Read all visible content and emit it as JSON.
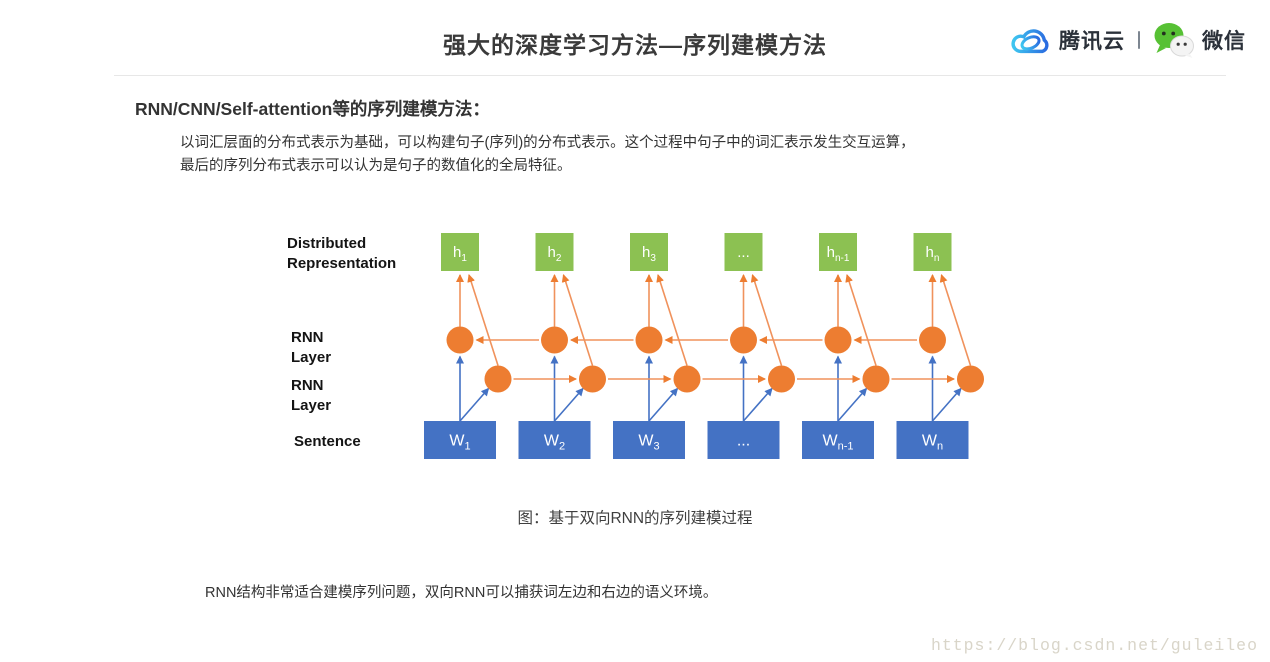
{
  "header": {
    "title": "强大的深度学习方法—序列建模方法",
    "brand": {
      "tencent_label": "腾讯云",
      "wechat_label": "微信"
    }
  },
  "content": {
    "heading": "RNN/CNN/Self-attention等的序列建模方法：",
    "paragraph_line1": "以词汇层面的分布式表示为基础，可以构建句子(序列)的分布式表示。这个过程中句子中的词汇表示发生交互运算，",
    "paragraph_line2": "最后的序列分布式表示可以认为是句子的数值化的全局特征。",
    "caption": "图：基于双向RNN的序列建模过程",
    "footnote": "RNN结构非常适合建模序列问题，双向RNN可以捕获词左边和右边的语义环境。"
  },
  "diagram": {
    "row_labels": [
      {
        "id": "distributed",
        "text": "Distributed Representation"
      },
      {
        "id": "rnn-backward",
        "text": "RNN Layer"
      },
      {
        "id": "rnn-forward",
        "text": "RNN Layer"
      },
      {
        "id": "sentence",
        "text": "Sentence"
      }
    ],
    "columns": [
      {
        "hidden": {
          "base": "h",
          "sub": "1"
        },
        "word": {
          "base": "W",
          "sub": "1"
        }
      },
      {
        "hidden": {
          "base": "h",
          "sub": "2"
        },
        "word": {
          "base": "W",
          "sub": "2"
        }
      },
      {
        "hidden": {
          "base": "h",
          "sub": "3"
        },
        "word": {
          "base": "W",
          "sub": "3"
        }
      },
      {
        "hidden": {
          "base": "...",
          "sub": ""
        },
        "word": {
          "base": "...",
          "sub": ""
        }
      },
      {
        "hidden": {
          "base": "h",
          "sub": "n-1"
        },
        "word": {
          "base": "W",
          "sub": "n-1"
        }
      },
      {
        "hidden": {
          "base": "h",
          "sub": "n"
        },
        "word": {
          "base": "W",
          "sub": "n"
        }
      }
    ],
    "colors": {
      "hidden_box": "#8CC152",
      "node": "#ED7D31",
      "edge_orange": "#F0925C",
      "word_box": "#4472C4",
      "edge_blue": "#4472C4",
      "node_text": "#FFFFFF"
    }
  },
  "watermark": "https://blog.csdn.net/guleileo"
}
